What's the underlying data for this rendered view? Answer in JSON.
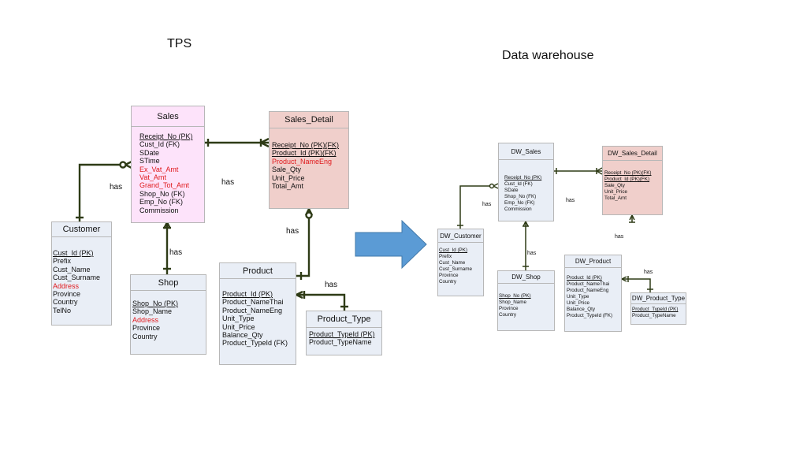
{
  "headings": {
    "tps": "TPS",
    "dw": "Data warehouse"
  },
  "colors": {
    "line": "#2e3b16",
    "arrow": "#5b9bd5",
    "arrow_border": "#4279aa",
    "highlight": "#e0191c",
    "pink": "#fde3fa",
    "rose": "#f0cfcb",
    "blue": "#e9eef6"
  },
  "tps": {
    "sales": {
      "title": "Sales",
      "fields": [
        {
          "text": "Receipt_No (PK)",
          "kind": "pk"
        },
        {
          "text": "Cust_Id (FK)",
          "kind": ""
        },
        {
          "text": "SDate",
          "kind": ""
        },
        {
          "text": "STime",
          "kind": ""
        },
        {
          "text": "Ex_Vat_Amt",
          "kind": "hl"
        },
        {
          "text": "Vat_Amt",
          "kind": "hl"
        },
        {
          "text": "Grand_Tot_Amt",
          "kind": "hl"
        },
        {
          "text": "Shop_No (FK)",
          "kind": ""
        },
        {
          "text": "Emp_No (FK)",
          "kind": ""
        },
        {
          "text": "Commission",
          "kind": ""
        }
      ]
    },
    "sales_detail": {
      "title": "Sales_Detail",
      "fields": [
        {
          "text": "Receipt_No (PK)(FK)",
          "kind": "pk"
        },
        {
          "text": "Product_Id (PK)(FK)",
          "kind": "pk"
        },
        {
          "text": "Product_NameEng",
          "kind": "hl"
        },
        {
          "text": "Sale_Qty",
          "kind": ""
        },
        {
          "text": "Unit_Price",
          "kind": ""
        },
        {
          "text": "Total_Amt",
          "kind": ""
        }
      ]
    },
    "customer": {
      "title": "Customer",
      "fields": [
        {
          "text": "Cust_Id (PK)",
          "kind": "pk"
        },
        {
          "text": "Prefix",
          "kind": ""
        },
        {
          "text": "Cust_Name",
          "kind": ""
        },
        {
          "text": "Cust_Surname",
          "kind": ""
        },
        {
          "text": "Address",
          "kind": "hl"
        },
        {
          "text": "Province",
          "kind": ""
        },
        {
          "text": "Country",
          "kind": ""
        },
        {
          "text": "TelNo",
          "kind": ""
        }
      ]
    },
    "shop": {
      "title": "Shop",
      "fields": [
        {
          "text": "Shop_No (PK)",
          "kind": "pk"
        },
        {
          "text": "Shop_Name",
          "kind": ""
        },
        {
          "text": "Address",
          "kind": "hl"
        },
        {
          "text": "Province",
          "kind": ""
        },
        {
          "text": "Country",
          "kind": ""
        }
      ]
    },
    "product": {
      "title": "Product",
      "fields": [
        {
          "text": "Product_Id (PK)",
          "kind": "pk"
        },
        {
          "text": "Product_NameThai",
          "kind": ""
        },
        {
          "text": "Product_NameEng",
          "kind": ""
        },
        {
          "text": "Unit_Type",
          "kind": ""
        },
        {
          "text": "Unit_Price",
          "kind": ""
        },
        {
          "text": "Balance_Qty",
          "kind": ""
        },
        {
          "text": "Product_TypeId (FK)",
          "kind": ""
        }
      ]
    },
    "product_type": {
      "title": "Product_Type",
      "fields": [
        {
          "text": "Product_TypeId (PK)",
          "kind": "pk"
        },
        {
          "text": "Product_TypeName",
          "kind": ""
        }
      ]
    },
    "labels": {
      "has_sales_customer": "has",
      "has_sales_detail": "has",
      "has_sales_shop": "has",
      "has_detail_product": "has",
      "has_product_type": "has"
    }
  },
  "dw": {
    "sales": {
      "title": "DW_Sales",
      "fields": [
        {
          "text": "Receipt_No (PK)",
          "kind": "pk"
        },
        {
          "text": "Cust_Id (FK)",
          "kind": ""
        },
        {
          "text": "SDate",
          "kind": ""
        },
        {
          "text": "Shop_No (FK)",
          "kind": ""
        },
        {
          "text": "Emp_No (FK)",
          "kind": ""
        },
        {
          "text": "Commission",
          "kind": ""
        }
      ]
    },
    "sales_detail": {
      "title": "DW_Sales_Detail",
      "fields": [
        {
          "text": "Receipt_No (PK)(FK)",
          "kind": "pk"
        },
        {
          "text": "Product_Id (PK)(FK)",
          "kind": "pk"
        },
        {
          "text": "Sale_Qty",
          "kind": ""
        },
        {
          "text": "Unit_Price",
          "kind": ""
        },
        {
          "text": "Total_Amt",
          "kind": ""
        }
      ]
    },
    "customer": {
      "title": "DW_Customer",
      "fields": [
        {
          "text": "Cust_Id (PK)",
          "kind": "pk"
        },
        {
          "text": "Prefix",
          "kind": ""
        },
        {
          "text": "Cust_Name",
          "kind": ""
        },
        {
          "text": "Cust_Surname",
          "kind": ""
        },
        {
          "text": "Province",
          "kind": ""
        },
        {
          "text": "Country",
          "kind": ""
        }
      ]
    },
    "shop": {
      "title": "DW_Shop",
      "fields": [
        {
          "text": "Shop_No (PK)",
          "kind": "pk"
        },
        {
          "text": "Shop_Name",
          "kind": ""
        },
        {
          "text": "Province",
          "kind": ""
        },
        {
          "text": "Country",
          "kind": ""
        }
      ]
    },
    "product": {
      "title": "DW_Product",
      "fields": [
        {
          "text": "Product_Id (PK)",
          "kind": "pk"
        },
        {
          "text": "Product_NameThai",
          "kind": ""
        },
        {
          "text": "Product_NameEng",
          "kind": ""
        },
        {
          "text": "Unit_Type",
          "kind": ""
        },
        {
          "text": "Unit_Price",
          "kind": ""
        },
        {
          "text": "Balance_Qty",
          "kind": ""
        },
        {
          "text": "Product_TypeId (FK)",
          "kind": ""
        }
      ]
    },
    "product_type": {
      "title": "DW_Product_Type",
      "fields": [
        {
          "text": "Product_TypeId (PK)",
          "kind": "pk"
        },
        {
          "text": "Product_TypeName",
          "kind": ""
        }
      ]
    },
    "labels": {
      "has_sales_customer": "has",
      "has_sales_detail": "has",
      "has_sales_shop": "has",
      "has_detail_product": "has",
      "has_product_type": "has"
    }
  }
}
